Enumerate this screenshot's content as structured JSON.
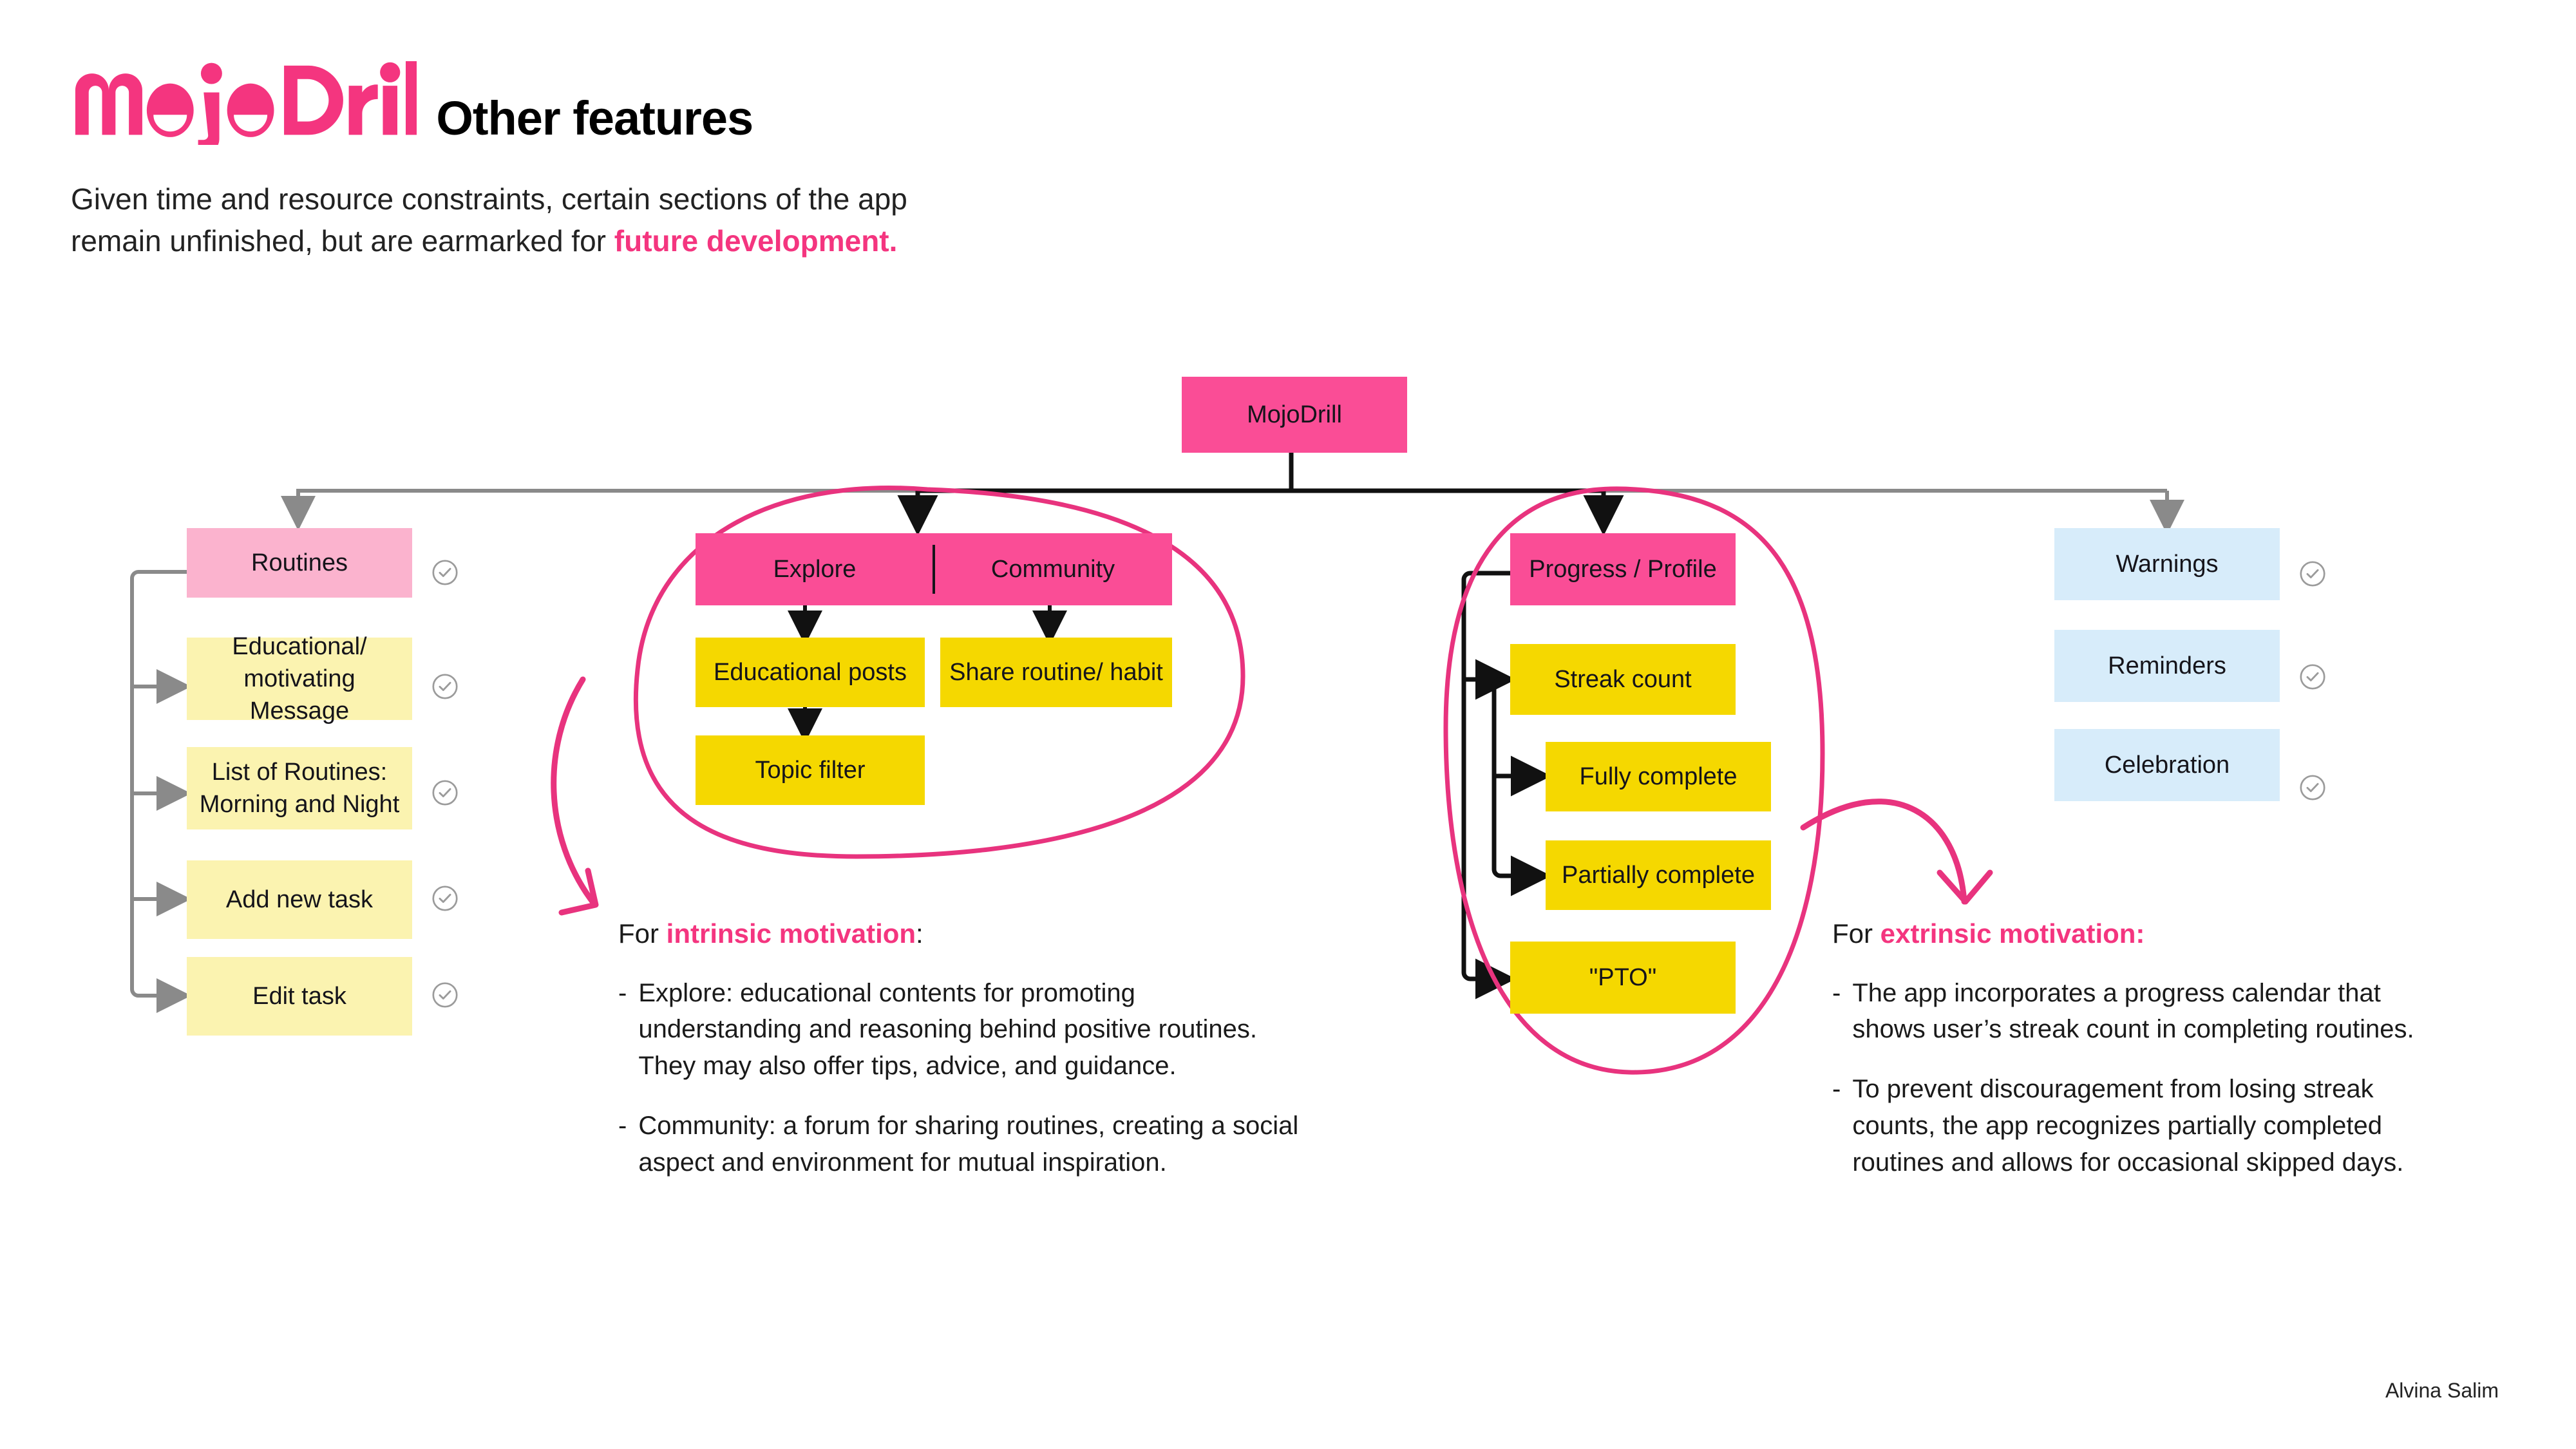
{
  "header": {
    "logo_text": "MojoDrill",
    "title": "Other features",
    "subtitle_line1": "Given time and resource constraints, certain sections of the app",
    "subtitle_line2_pre": "remain unfinished, but are earmarked for ",
    "subtitle_line2_accent": "future development."
  },
  "colors": {
    "brand_pink": "#f4357f",
    "hot_pink": "#fa4d96",
    "light_pink": "#fbb3ce",
    "light_yellow": "#fbf3b0",
    "yellow": "#f5d800",
    "light_blue": "#d7ecfa",
    "wire_gray": "#8a8a8a",
    "wire_black": "#111111",
    "check_gray": "#9b9b9b"
  },
  "diagram": {
    "root": {
      "label": "MojoDrill"
    },
    "branch_routines": {
      "header": {
        "label": "Routines"
      },
      "children": [
        {
          "label": "Educational/ motivating Message"
        },
        {
          "label": "List of Routines: Morning and Night"
        },
        {
          "label": "Add new task"
        },
        {
          "label": "Edit task"
        }
      ]
    },
    "branch_explore_community": {
      "header_left": {
        "label": "Explore"
      },
      "header_right": {
        "label": "Community"
      },
      "explore_children": [
        {
          "label": "Educational posts"
        },
        {
          "label": "Topic filter"
        }
      ],
      "community_children": [
        {
          "label": "Share routine/ habit"
        }
      ]
    },
    "branch_progress": {
      "header": {
        "label": "Progress / Profile"
      },
      "children": [
        {
          "label": "Streak count"
        },
        {
          "label": "Fully complete"
        },
        {
          "label": "Partially complete"
        },
        {
          "label": "\"PTO\""
        }
      ]
    },
    "branch_notifications": {
      "items": [
        {
          "label": "Warnings"
        },
        {
          "label": "Reminders"
        },
        {
          "label": "Celebration"
        }
      ]
    }
  },
  "notes": {
    "intrinsic": {
      "head_pre": "For ",
      "head_accent": "intrinsic motivation",
      "head_post": ":",
      "bullets": [
        "Explore: educational contents for promoting understanding and reasoning behind positive routines. They may also offer tips, advice, and guidance.",
        "Community: a forum for sharing routines, creating a social aspect and environment for mutual inspiration."
      ],
      "dash": "-"
    },
    "extrinsic": {
      "head_pre": "For ",
      "head_accent": "extrinsic motivation:",
      "head_post": "",
      "bullets": [
        "The app incorporates a progress calendar that shows user’s streak count in completing routines.",
        "To prevent discouragement from losing streak counts, the app recognizes partially completed routines and allows for occasional skipped days."
      ],
      "dash": "-"
    }
  },
  "credit": {
    "author": "Alvina Salim"
  }
}
